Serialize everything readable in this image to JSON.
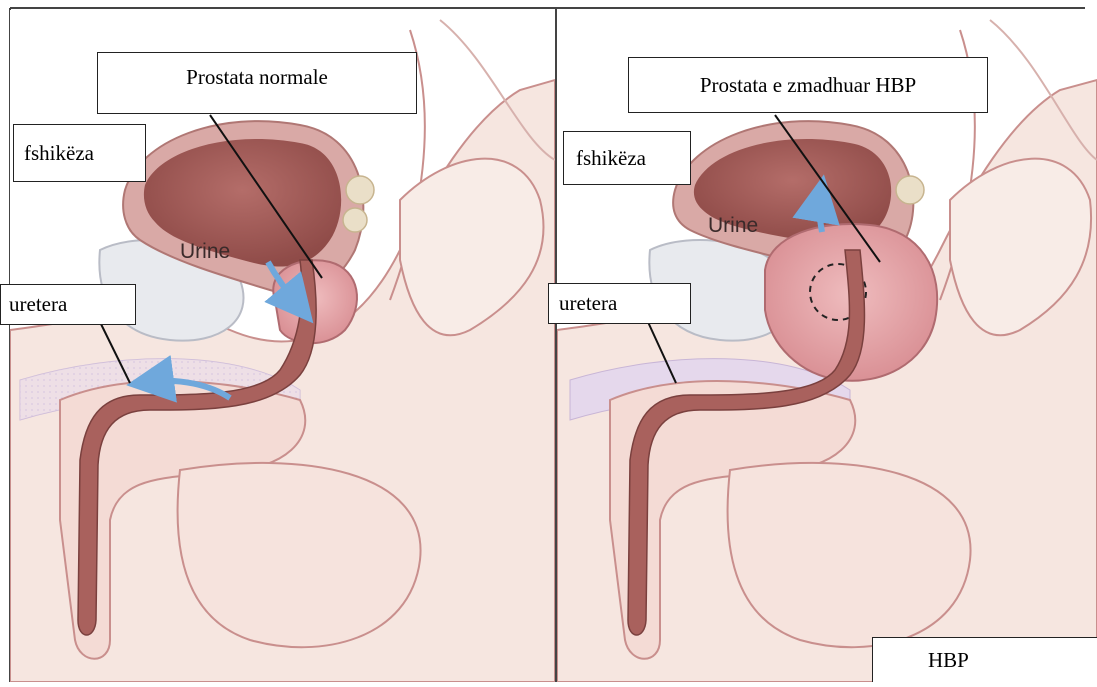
{
  "left_panel": {
    "title_label": "Prostata normale",
    "bladder_label": "fshikëza",
    "urine_label": "Urine",
    "urethra_label": "uretera"
  },
  "right_panel": {
    "title_label": "Prostata e zmadhuar HBP",
    "bladder_label": "fshikëza",
    "urine_label": "Urine",
    "urethra_label": "uretera",
    "corner_label": "HBP"
  },
  "colors": {
    "skin": "#f6e6e0",
    "tissue_edge": "#c98f8d",
    "bladder_wall": "#d9a9a6",
    "bladder_lumen": "#a9615d",
    "prostate": "#e3a4a7",
    "urethra": "#8a4f4d",
    "bone": "#e5d8ec",
    "arrow_blue": "#6fa8dc"
  }
}
